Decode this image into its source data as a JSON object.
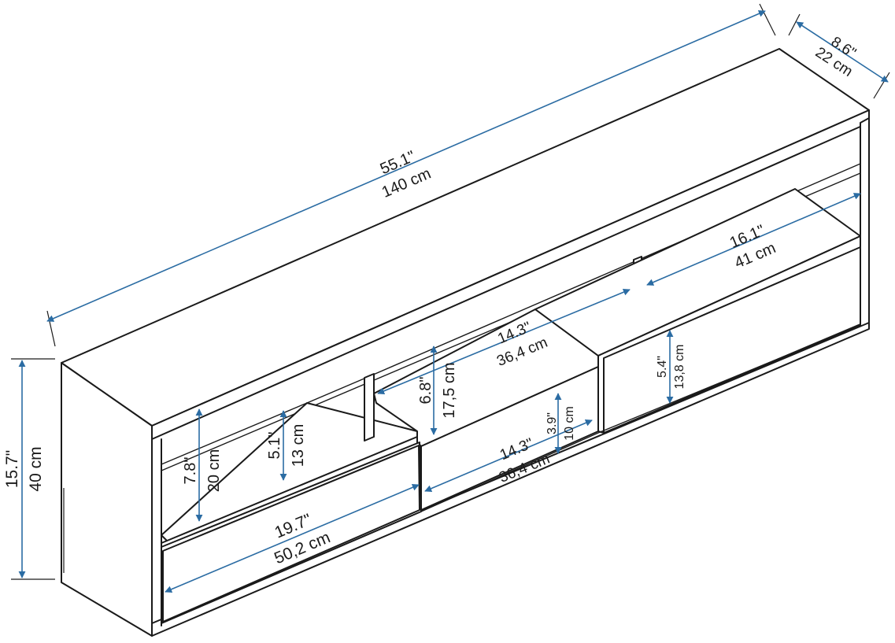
{
  "dimensions": {
    "width": {
      "inch": "55.1\"",
      "metric": "140 cm"
    },
    "depth": {
      "inch": "8.6\"",
      "metric": "22 cm"
    },
    "height": {
      "inch": "15.7\"",
      "metric": "40 cm"
    },
    "left_drawer_width": {
      "inch": "19.7\"",
      "metric": "50,2 cm"
    },
    "left_niche_height": {
      "inch": "7.8\"",
      "metric": "20 cm"
    },
    "left_inner_height": {
      "inch": "5.1\"",
      "metric": "13 cm"
    },
    "middle_upper_width": {
      "inch": "14.3\"",
      "metric": "36,4 cm"
    },
    "middle_upper_height": {
      "inch": "6.8\"",
      "metric": "17,5 cm"
    },
    "middle_lower_width": {
      "inch": "14.3\"",
      "metric": "36,4 cm"
    },
    "middle_lower_height": {
      "inch": "3.9\"",
      "metric": "10 cm"
    },
    "right_niche_width": {
      "inch": "16.1\"",
      "metric": "41 cm"
    },
    "right_drawer_height": {
      "inch": "5.4\"",
      "metric": "13,8 cm"
    }
  },
  "colors": {
    "dimension_line": "#2b6ca3",
    "outline": "#1a1a1a",
    "background": "#ffffff"
  }
}
